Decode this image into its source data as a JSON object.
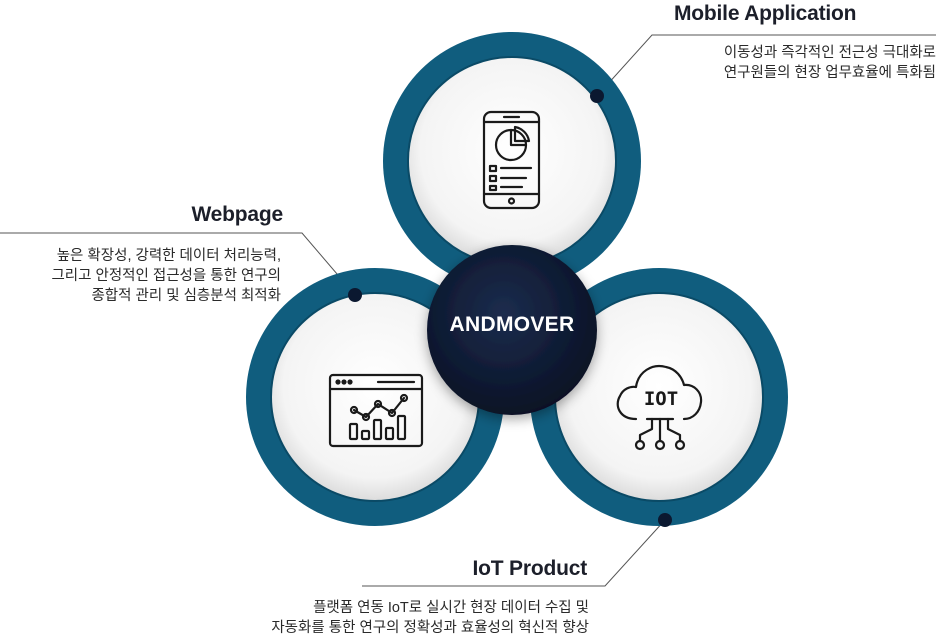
{
  "center": {
    "label": "ANDMOVER"
  },
  "mobile": {
    "title": "Mobile Application",
    "desc": [
      "이동성과 즉각적인 전근성 극대화로",
      "연구원들의 현장 업무효율에 특화됨"
    ],
    "icon": "smartphone-report-icon"
  },
  "webpage": {
    "title": "Webpage",
    "desc": [
      "높은 확장성, 강력한 데이터 처리능력,",
      "그리고 안정적인 접근성을 통한 연구의",
      "종합적 관리 및 심층분석 최적화"
    ],
    "icon": "browser-chart-icon"
  },
  "iot": {
    "title": "IoT Product",
    "desc": [
      "플랫폼 연동 IoT로 실시간 현장 데이터 수집 및",
      "자동화를 통한 연구의 정확성과 효율성의 혁신적 향상"
    ],
    "icon": "iot-cloud-icon",
    "icon_text": "IOT"
  },
  "colors": {
    "ring": "#0f5c7c",
    "ring_light": "#1c7194",
    "center": "#0b1830",
    "line": "#555555",
    "dot": "#0b1830"
  }
}
